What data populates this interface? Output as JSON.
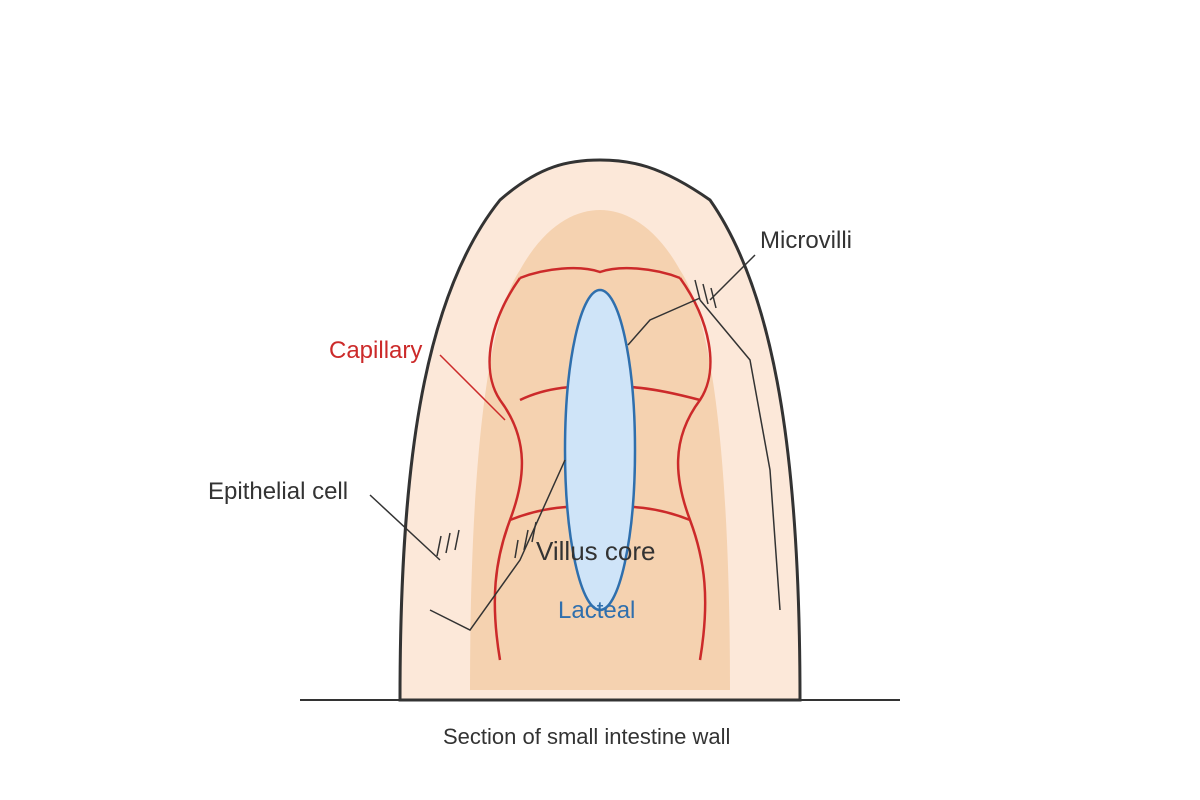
{
  "labels": {
    "microvilli": "Microvilli",
    "capillary": "Capillary",
    "epithelial_cell": "Epithelial cell",
    "villus_core": "Villus core",
    "lacteal": "Lacteal",
    "caption": "Section of small intestine wall"
  },
  "colors": {
    "outer_fill": "#fce8d9",
    "core_fill": "#f5d2b0",
    "outline": "#333333",
    "capillary": "#cc2a2a",
    "lacteal_fill": "#cfe4f8",
    "lacteal_stroke": "#2f6fad",
    "leader_line": "#333333"
  }
}
